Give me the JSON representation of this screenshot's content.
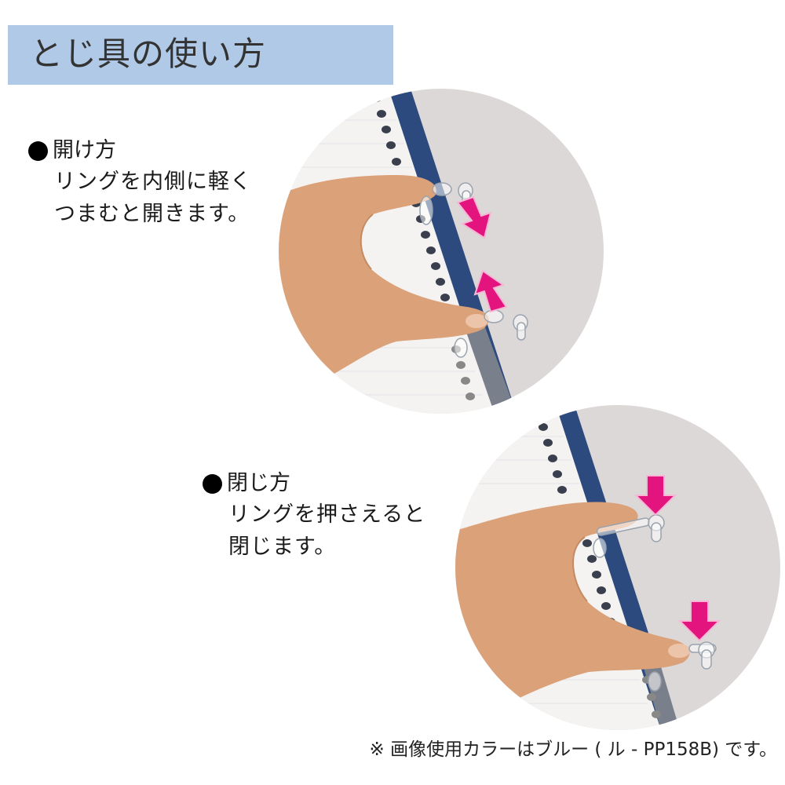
{
  "header": {
    "title": "とじ具の使い方",
    "background_color": "#b0c9e6"
  },
  "sections": [
    {
      "id": "open",
      "bullet": "●",
      "heading": "開け方",
      "body_lines": [
        "リングを内側に軽く",
        "つまむと開きます。"
      ],
      "image": {
        "subject": "hand-pinching-binder-ring-open",
        "arrows": [
          "arrow-down-right",
          "arrow-up-left"
        ],
        "arrow_color": "#e4147f",
        "spine_color": "#2c4a7e"
      }
    },
    {
      "id": "close",
      "bullet": "●",
      "heading": "閉じ方",
      "body_lines": [
        "リングを押さえると",
        "閉じます。"
      ],
      "image": {
        "subject": "hand-pressing-binder-ring-closed",
        "arrows": [
          "arrow-down",
          "arrow-down"
        ],
        "arrow_color": "#e4147f",
        "spine_color": "#2c4a7e"
      }
    }
  ],
  "footnote": "※ 画像使用カラーはブルー ( ル - PP158B) です。"
}
